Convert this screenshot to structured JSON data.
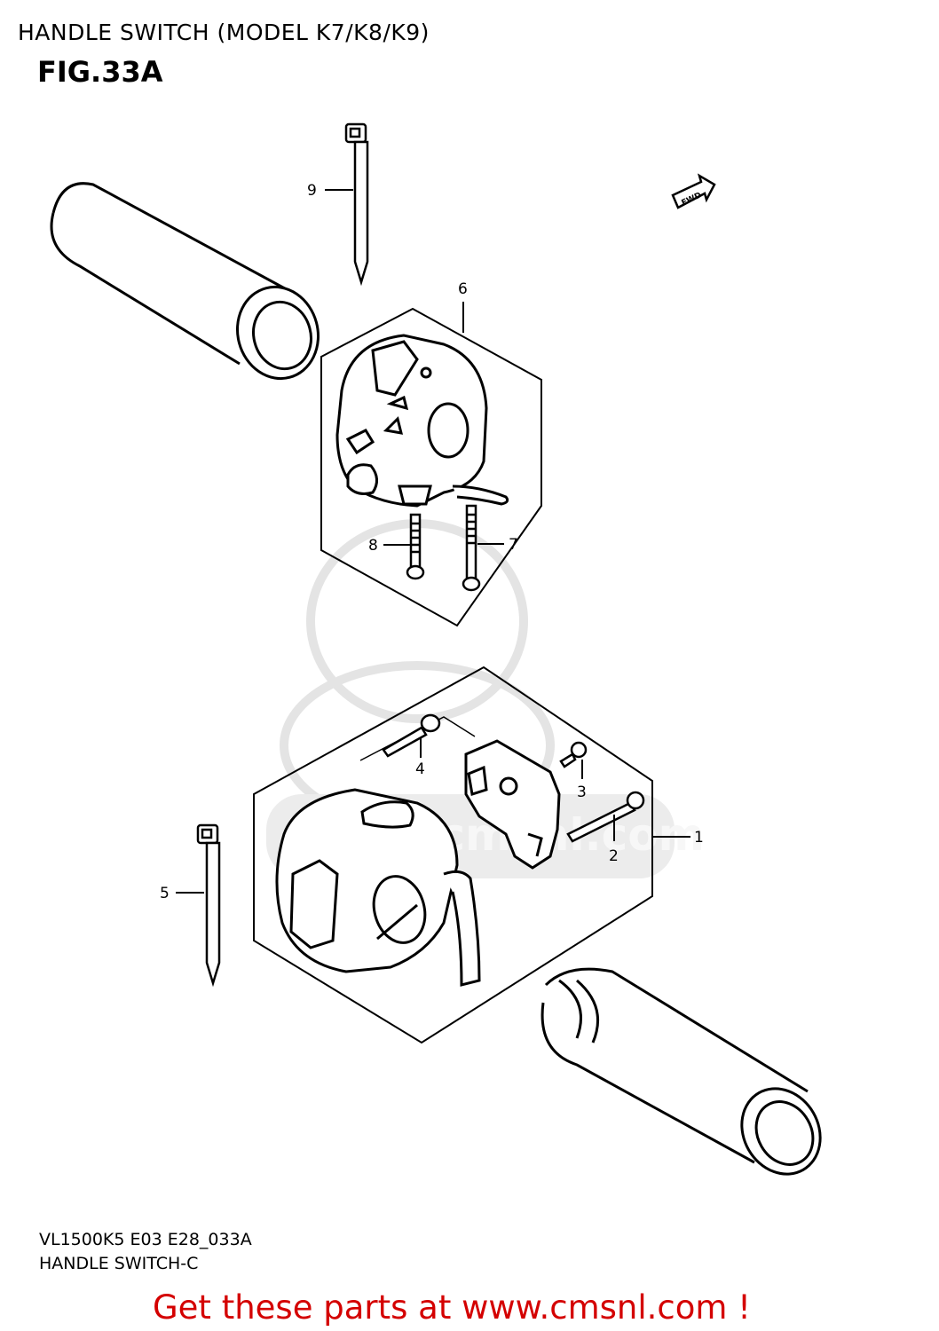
{
  "header": {
    "title": "HANDLE SWITCH (MODEL K7/K8/K9)",
    "figure": "FIG.33A"
  },
  "footer": {
    "code": "VL1500K5 E03 E28_033A",
    "subtitle": "HANDLE SWITCH-C",
    "promo": "Get these parts at www.cmsnl.com !"
  },
  "fwd_marker": "FWD",
  "watermark": "www.cmsnl.com",
  "callouts": [
    {
      "id": "9",
      "label": "9"
    },
    {
      "id": "6",
      "label": "6"
    },
    {
      "id": "8",
      "label": "8"
    },
    {
      "id": "7",
      "label": "7"
    },
    {
      "id": "4",
      "label": "4"
    },
    {
      "id": "3",
      "label": "3"
    },
    {
      "id": "2",
      "label": "2"
    },
    {
      "id": "1",
      "label": "1"
    },
    {
      "id": "5",
      "label": "5"
    }
  ],
  "colors": {
    "promo": "#d40000",
    "line": "#000000",
    "watermark": "#e4e4e4"
  }
}
